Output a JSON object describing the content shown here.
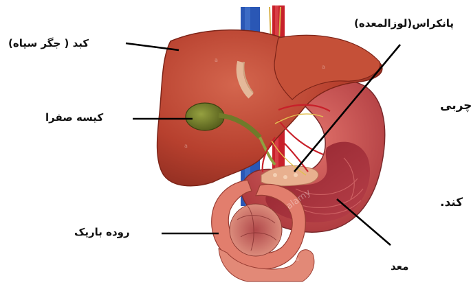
{
  "labels": {
    "liver": "کبد ( جگر سیاه)",
    "gallbladder": "کیسه صفرا",
    "small_intestine": "روده باریک",
    "pancreas": "پانکراس(لوزالمعده)",
    "stomach": "معد",
    "side_word_1": "چربی",
    "side_word_2": "کند."
  },
  "watermark": "alamy",
  "colors": {
    "liver": "#b7402e",
    "stomach": "#c24a45",
    "gallbladder": "#6f7a2a",
    "artery": "#c8202a",
    "vein": "#2a57b5",
    "duodenum": "#e27e6d",
    "pancreas": "#e8b08f"
  }
}
